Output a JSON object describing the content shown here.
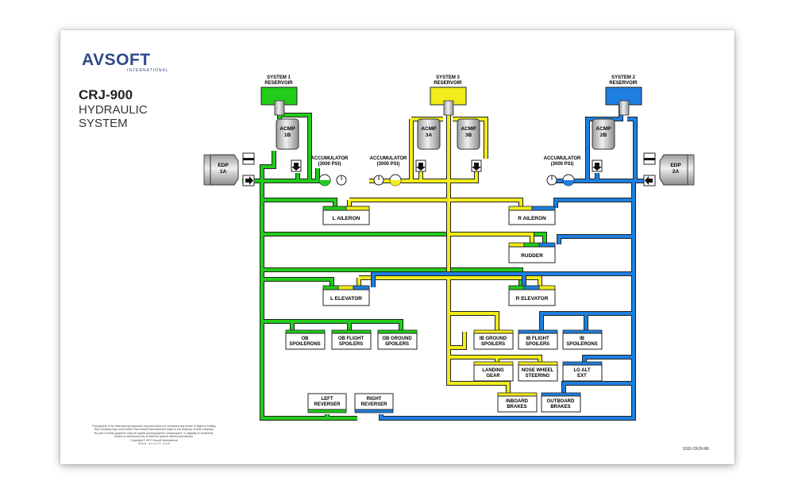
{
  "header": {
    "logo": "AVSOFT",
    "logo_tagline": "INTERNATIONAL",
    "title": "CRJ-900",
    "subtitle": "HYDRAULIC SYSTEM"
  },
  "colors": {
    "system1": "#22cc1a",
    "system2": "#1e7fe0",
    "system3": "#f2ec1a",
    "component": "#cfcfcf",
    "outline": "#333333"
  },
  "reservoirs": [
    {
      "line1": "SYSTEM 1",
      "line2": "RESERVOIR"
    },
    {
      "line1": "SYSTEM 3",
      "line2": "RESERVOIR"
    },
    {
      "line1": "SYSTEM 2",
      "line2": "RESERVOIR"
    }
  ],
  "pumps": {
    "acmp_1b": {
      "line1": "ACMP",
      "line2": "1B"
    },
    "acmp_3a": {
      "line1": "ACMP",
      "line2": "3A"
    },
    "acmp_3b": {
      "line1": "ACMP",
      "line2": "3B"
    },
    "acmp_2b": {
      "line1": "ACMP",
      "line2": "2B"
    },
    "edp_1a": {
      "line1": "EDP",
      "line2": "1A"
    },
    "edp_2a": {
      "line1": "EDP",
      "line2": "2A"
    }
  },
  "accumulators": [
    {
      "line1": "ACCUMULATOR",
      "line2": "(3000 PSI)"
    },
    {
      "line1": "ACCUMULATOR",
      "line2": "(3000 PSI)"
    },
    {
      "line1": "ACCUMULATOR",
      "line2": "(3000 PSI)"
    }
  ],
  "components": {
    "l_aileron": "L AILERON",
    "r_aileron": "R AILERON",
    "rudder": "RUDDER",
    "l_elevator": "L ELEVATOR",
    "r_elevator": "R ELEVATOR",
    "ob_spoilerons": {
      "line1": "OB",
      "line2": "SPOILERONS"
    },
    "ob_flight_spoilers": {
      "line1": "OB FLIGHT",
      "line2": "SPOILERS"
    },
    "ob_ground_spoilers": {
      "line1": "OB GROUND",
      "line2": "SPOILERS"
    },
    "ib_ground_spoilers": {
      "line1": "IB GROUND",
      "line2": "SPOILERS"
    },
    "ib_flight_spoilers": {
      "line1": "IB FLIGHT",
      "line2": "SPOILERS"
    },
    "ib_spoilerons": {
      "line1": "IB",
      "line2": "SPOILERONS"
    },
    "landing_gear": {
      "line1": "LANDING",
      "line2": "GEAR"
    },
    "nose_wheel_steering": {
      "line1": "NOSE WHEEL",
      "line2": "STEERING"
    },
    "lg_alt_ext": {
      "line1": "LG ALT",
      "line2": "EXT"
    },
    "inboard_brakes": {
      "line1": "INBOARD",
      "line2": "BRAKES"
    },
    "outboard_brakes": {
      "line1": "OUTBOARD",
      "line2": "BRAKES"
    },
    "left_reverser": {
      "line1": "LEFT",
      "line2": "REVERSER"
    },
    "right_reverser": {
      "line1": "RIGHT",
      "line2": "REVERSER"
    }
  },
  "footer": {
    "disclaimer_1": "This graphic is for instructional purposes only and does not represent any phase of flight or setting.",
    "disclaimer_2": "Any company logo used (other than Avsoft International's logo) is the property of that company.",
    "disclaimer_3": "No part of these graphics may be copied (photographed, photocopied, or digitally re-rendered),",
    "disclaimer_4": "stored or introduced into a retrieval system without permission.",
    "copyright": "Copyright © 2017 Avsoft International",
    "website": "w w w . a v s o f t . c o m",
    "doc_id": "SSD-CRJ9-M6"
  }
}
